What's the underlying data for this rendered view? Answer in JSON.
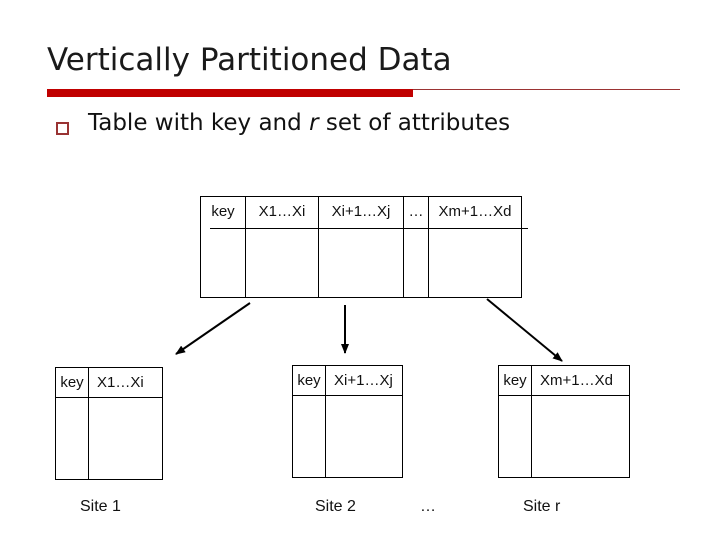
{
  "title": "Vertically Partitioned Data",
  "bullet": {
    "before": "Table with key and ",
    "term": "r",
    "after": " set of attributes"
  },
  "main_table": {
    "columns": [
      "key",
      "X1…Xi",
      "Xi+1…Xj",
      "…",
      "Xm+1…Xd"
    ]
  },
  "partitions": [
    {
      "key_label": "key",
      "attr_label": "X1…Xi",
      "site": "Site 1"
    },
    {
      "key_label": "key",
      "attr_label": "Xi+1…Xj",
      "site": "Site 2"
    },
    {
      "key_label": "key",
      "attr_label": "Xm+1…Xd",
      "site": "Site r"
    }
  ],
  "sites_ellipsis": "…",
  "colors": {
    "accent_bar": "#c00000",
    "accent_thin_line": "#9b3333",
    "bullet_outline": "#993333",
    "title_text": "#1a1a1a",
    "diagram_line": "#000000",
    "background": "#ffffff"
  }
}
